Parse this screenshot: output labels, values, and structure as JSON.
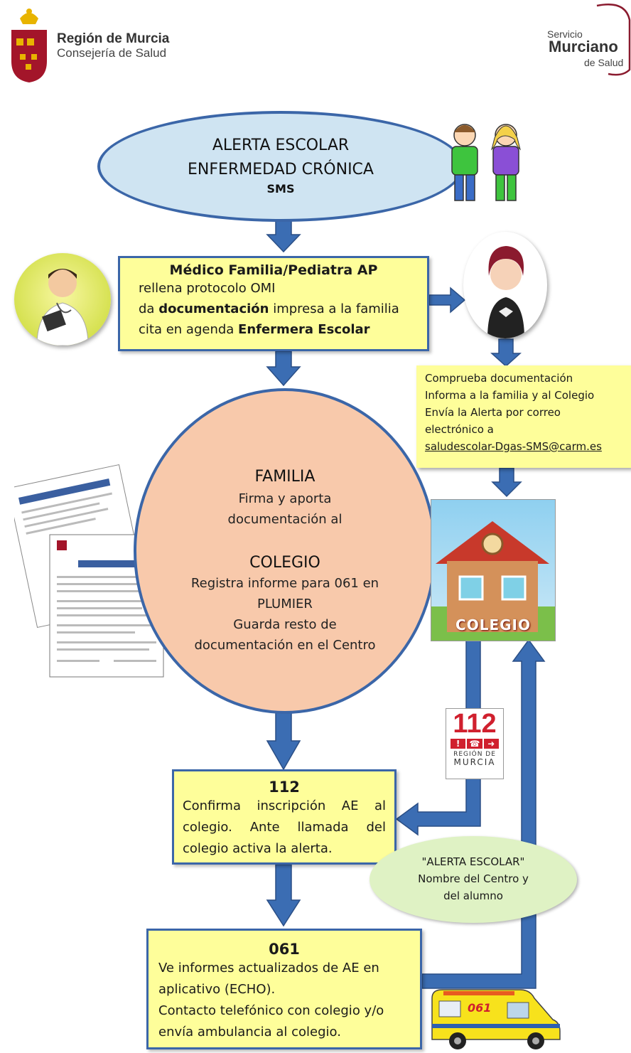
{
  "header": {
    "left_logo_title": "Región de Murcia",
    "left_logo_subtitle": "Consejería de Salud",
    "right_logo_line1": "Servicio",
    "right_logo_line2": "Murciano",
    "right_logo_line3": "de Salud"
  },
  "start": {
    "line1": "ALERTA ESCOLAR",
    "line2": "ENFERMEDAD CRÓNICA",
    "line3": "SMS"
  },
  "medico": {
    "title": "Médico Familia/Pediatra AP",
    "line1": "rellena protocolo  OMI",
    "line2_prefix": "da ",
    "line2_bold": "documentación",
    "line2_suffix": " impresa a la familia",
    "line3_prefix": "cita en agenda ",
    "line3_bold": "Enfermera Escolar"
  },
  "enfermera": {
    "line1": "Comprueba documentación",
    "line2": "Informa a la familia y al Colegio",
    "line3": "Envía la Alerta por correo",
    "line4": "electrónico a",
    "email": "saludescolar-Dgas-SMS@carm.es"
  },
  "familia": {
    "title": "FAMILIA",
    "line1": "Firma y aporta",
    "line2": "documentación  al",
    "title2": "COLEGIO",
    "line3": "Registra  informe para 061 en",
    "line4": "PLUMIER",
    "line5": "Guarda resto de",
    "line6": "documentación  en el Centro"
  },
  "colegio_image_label": "COLEGIO",
  "badge_112": {
    "number": "112",
    "line1": "REGIÓN DE",
    "line2": "MURCIA"
  },
  "box_112": {
    "title": "112",
    "text": "Confirma  inscripción  AE  al colegio.  Ante  llamada  del colegio activa la alerta."
  },
  "alert_call": {
    "line1": "\"ALERTA ESCOLAR\"",
    "line2": "Nombre del Centro y",
    "line3": "del alumno"
  },
  "box_061": {
    "title": "061",
    "line1": "Ve informes actualizados de AE en",
    "line2": "aplicativo (ECHO).",
    "line3": "Contacto telefónico con colegio y/o",
    "line4": "envía ambulancia al colegio."
  },
  "ambulance_label": "061",
  "colors": {
    "arrow": "#3b6db3",
    "box_yellow": "#fefe9a",
    "oval_blue": "#cfe4f2",
    "circle_peach": "#f8c9ab",
    "alert_green": "#dff2c4",
    "murcia_red": "#a3152a"
  }
}
